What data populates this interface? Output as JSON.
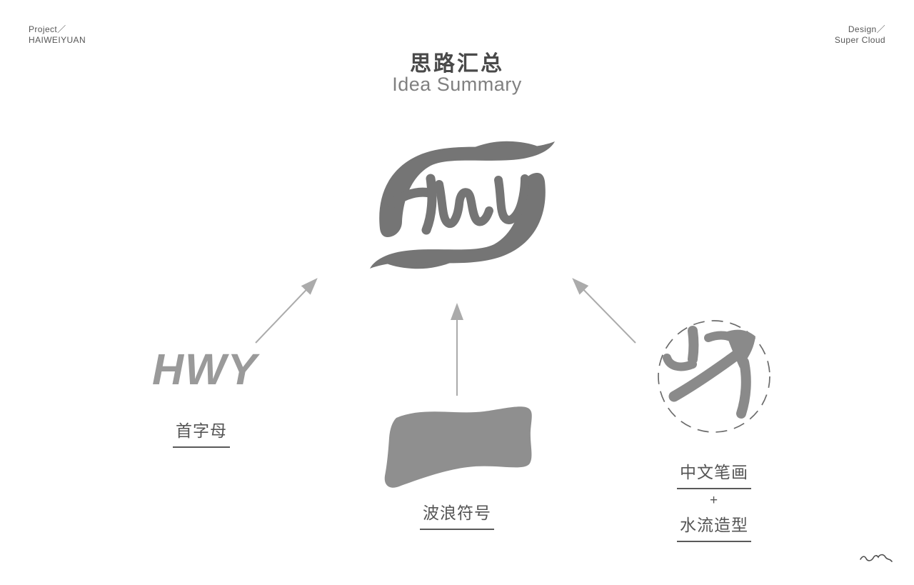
{
  "header": {
    "left": {
      "label": "Project／",
      "value": "HAIWEIYUAN"
    },
    "right": {
      "label": "Design／",
      "value": "Super Cloud"
    }
  },
  "title": {
    "zh": "思路汇总",
    "en": "Idea Summary"
  },
  "logo": {
    "text": "Hwy"
  },
  "ideas": {
    "initials": {
      "graphic": "HWY",
      "label": "首字母"
    },
    "wave": {
      "label": "波浪符号"
    },
    "strokes": {
      "line1": "中文笔画",
      "plus": "+",
      "line2": "水流造型"
    }
  },
  "decorations": {
    "corner_mark": "double-wave-squiggle"
  },
  "colors": {
    "logo-gray": "#757575",
    "hwy-gray": "#9a9a9a",
    "shape-gray": "#8f8f8f",
    "stroke-gray": "#8a8a8a",
    "arrow-gray": "#ababab",
    "title-dark": "#4a4a4a",
    "subtitle-gray": "#808080",
    "label-dark": "#555555",
    "underline-gray": "#5a5a5a",
    "header-gray": "#565656",
    "circle-line": "#6b6b6b",
    "corner-gray": "#4f4f4f"
  }
}
